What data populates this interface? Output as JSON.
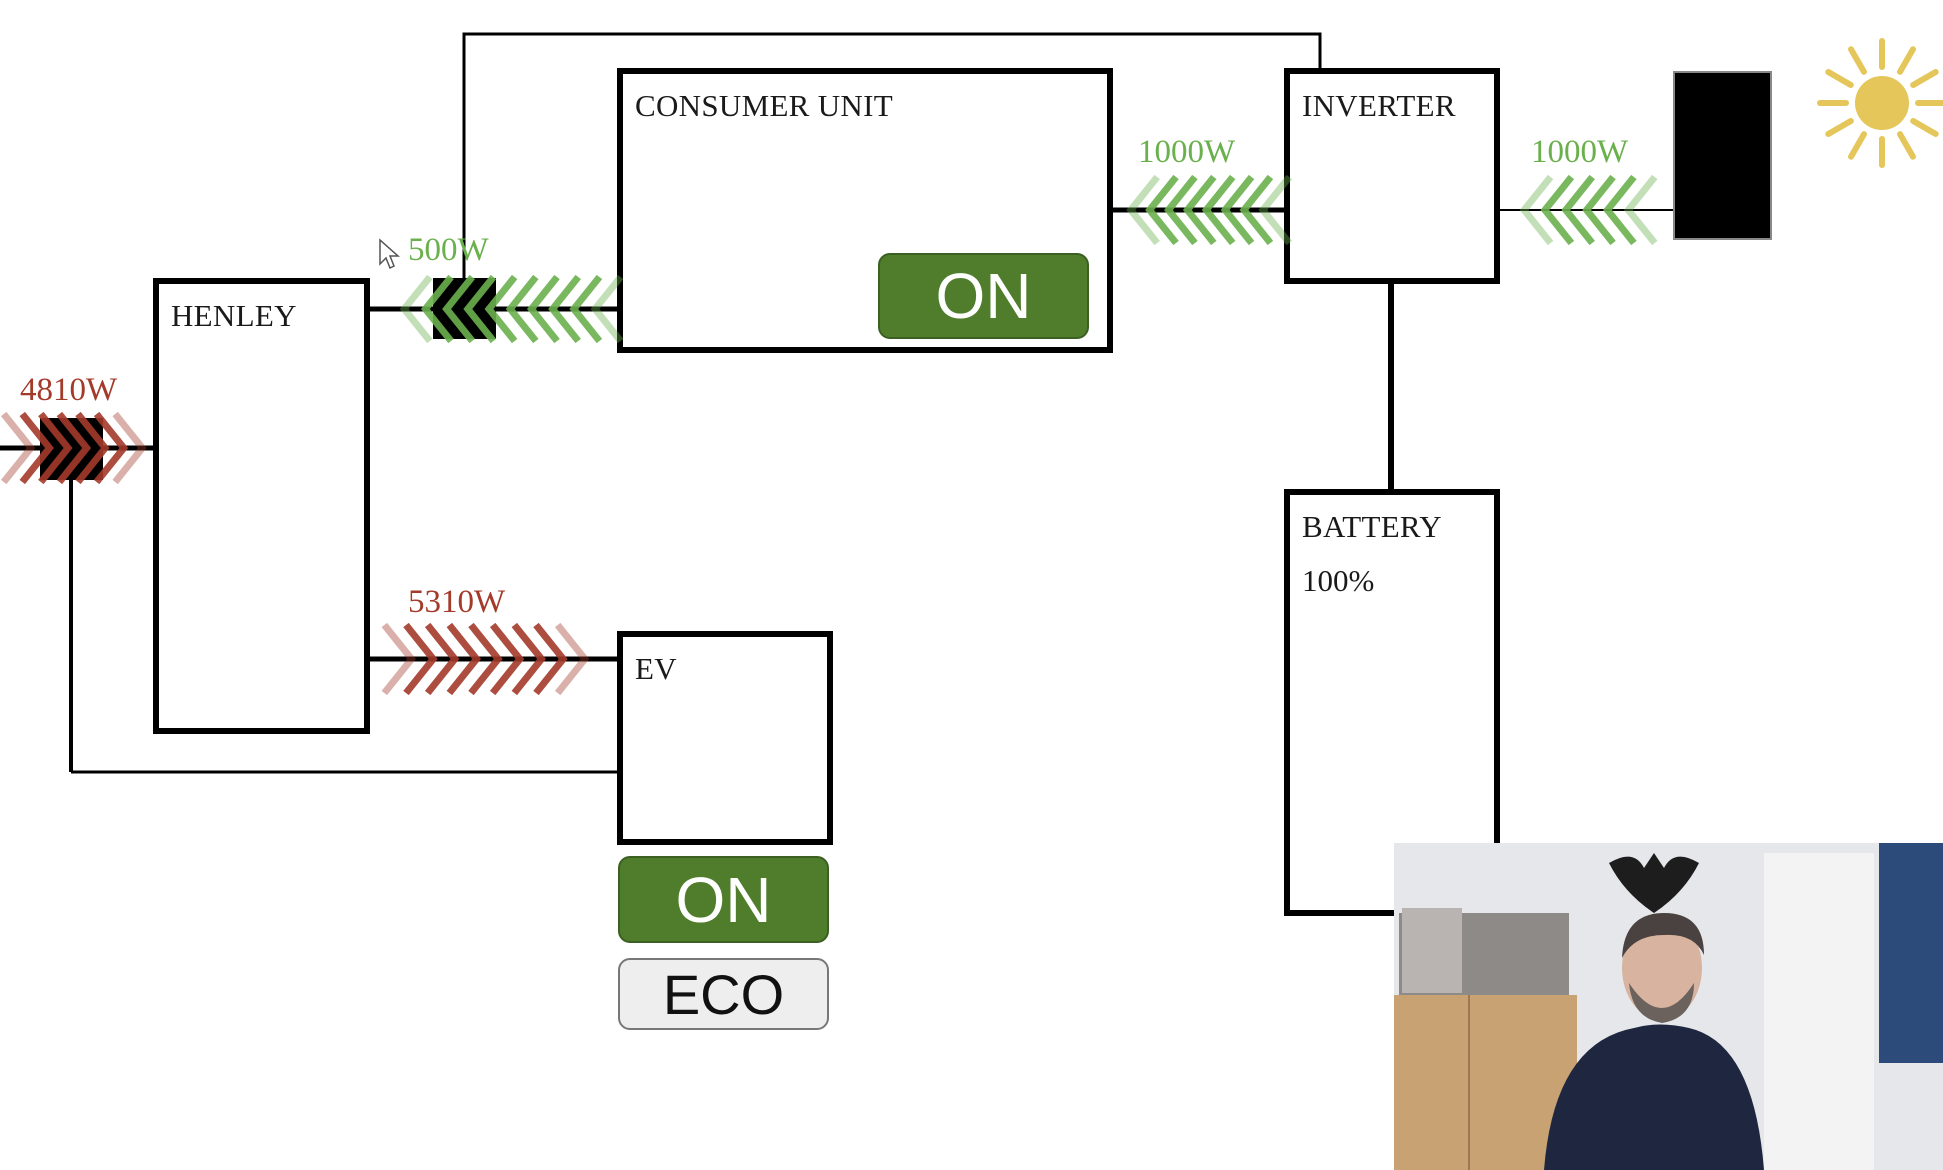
{
  "nodes": {
    "henley": {
      "label": "HENLEY"
    },
    "consumer_unit": {
      "label": "CONSUMER UNIT",
      "switch_label": "ON"
    },
    "inverter": {
      "label": "INVERTER"
    },
    "battery": {
      "label": "BATTERY",
      "charge": "100%"
    },
    "ev": {
      "label": "EV",
      "switch_label": "ON",
      "mode_label": "ECO"
    },
    "solar_panel": {
      "label": ""
    }
  },
  "flows": {
    "grid_to_henley": {
      "value": "4810W",
      "direction": "right",
      "color": "#a33a2a"
    },
    "henley_consumer": {
      "value": "500W",
      "direction": "left",
      "color": "#6ab04c"
    },
    "henley_to_ev": {
      "value": "5310W",
      "direction": "right",
      "color": "#a33a2a"
    },
    "inverter_to_consumer": {
      "value": "1000W",
      "direction": "left",
      "color": "#6ab04c"
    },
    "panel_to_inverter": {
      "value": "1000W",
      "direction": "left",
      "color": "#6ab04c"
    }
  },
  "colors": {
    "on_button": "#4f7d2c",
    "eco_button": "#eeeeee",
    "sun": "#e4c65a",
    "import_flow": "#a33a2a",
    "export_flow": "#6ab04c"
  },
  "webcam": {
    "description": "presenter webcam overlay"
  }
}
